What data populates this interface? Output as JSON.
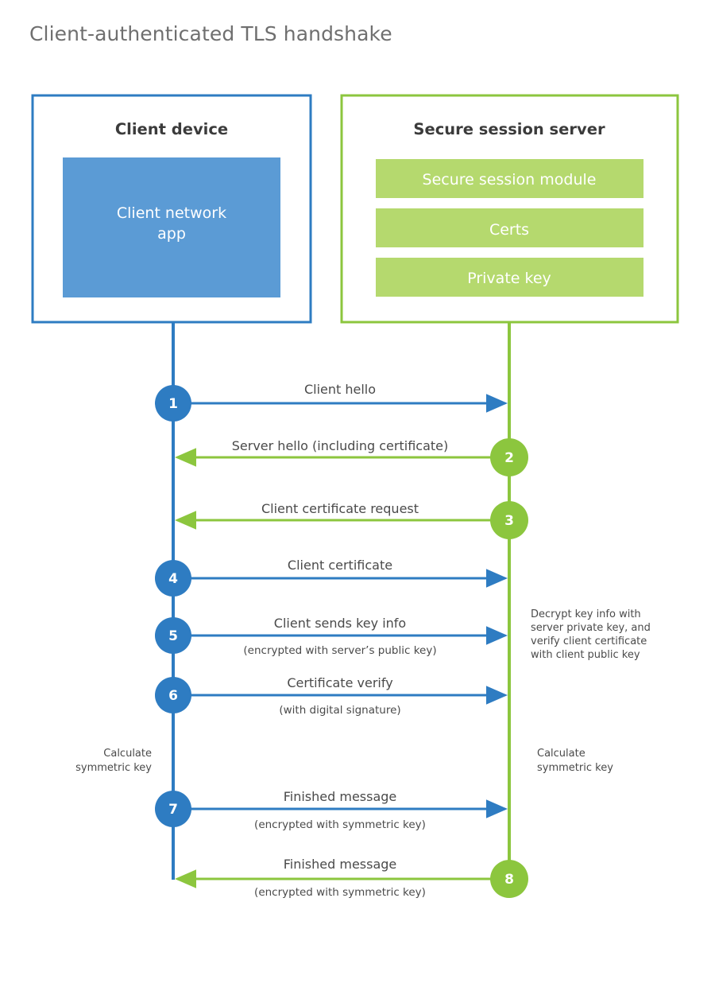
{
  "title": "Client-authenticated TLS handshake",
  "colors": {
    "client_blue": "#2e7cc2",
    "client_fill": "#5b9bd5",
    "server_green": "#8cc63e",
    "server_fill": "#b5d96e",
    "text_dark": "#4a4a4a",
    "title_gray": "#6f6f6f",
    "white": "#ffffff"
  },
  "client_box": {
    "title": "Client device",
    "inner_label_line1": "Client network",
    "inner_label_line2": "app"
  },
  "server_box": {
    "title": "Secure session server",
    "modules": [
      {
        "label": "Secure session module"
      },
      {
        "label": "Certs"
      },
      {
        "label": "Private key"
      }
    ]
  },
  "steps": [
    {
      "number": "1",
      "label": "Client hello",
      "sub": "",
      "direction": "client-to-server",
      "actor": "client"
    },
    {
      "number": "2",
      "label": "Server hello (including certificate)",
      "sub": "",
      "direction": "server-to-client",
      "actor": "server"
    },
    {
      "number": "3",
      "label": "Client certificate request",
      "sub": "",
      "direction": "server-to-client",
      "actor": "server"
    },
    {
      "number": "4",
      "label": "Client certificate",
      "sub": "",
      "direction": "client-to-server",
      "actor": "client"
    },
    {
      "number": "5",
      "label": "Client sends key info",
      "sub": "(encrypted with server’s public key)",
      "direction": "client-to-server",
      "actor": "client"
    },
    {
      "number": "6",
      "label": "Certificate verify",
      "sub": "(with digital signature)",
      "direction": "client-to-server",
      "actor": "client"
    },
    {
      "number": "7",
      "label": "Finished message",
      "sub": "(encrypted with symmetric key)",
      "direction": "client-to-server",
      "actor": "client"
    },
    {
      "number": "8",
      "label": "Finished message",
      "sub": "(encrypted with symmetric key)",
      "direction": "server-to-client",
      "actor": "server"
    }
  ],
  "annotations": {
    "server_decrypt": [
      "Decrypt key info with",
      "server private key, and",
      "verify client certificate",
      "with client public key"
    ],
    "client_calc": [
      "Calculate",
      "symmetric key"
    ],
    "server_calc": [
      "Calculate",
      "symmetric key"
    ]
  }
}
